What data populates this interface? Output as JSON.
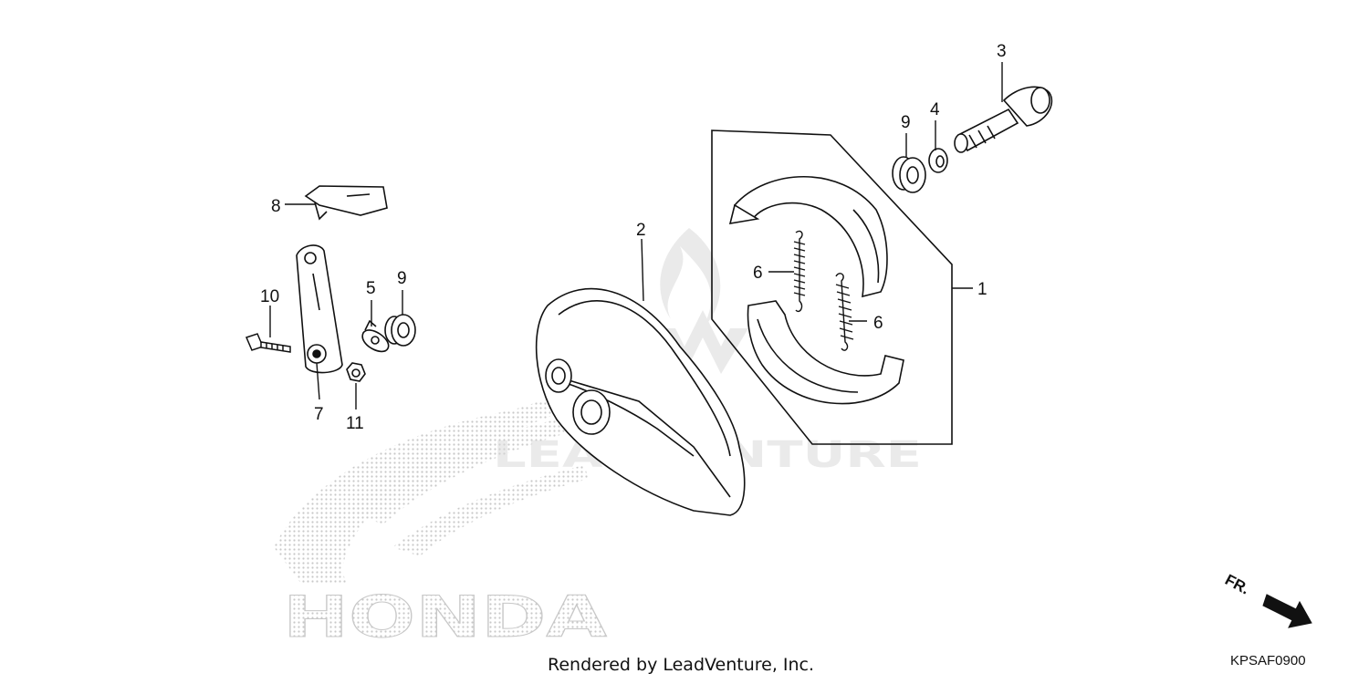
{
  "callouts": {
    "c1": "1",
    "c2": "2",
    "c3": "3",
    "c4": "4",
    "c5": "5",
    "c6a": "6",
    "c6b": "6",
    "c7": "7",
    "c8": "8",
    "c9a": "9",
    "c9b": "9",
    "c10": "10",
    "c11": "11"
  },
  "watermark": {
    "brand": "HONDA",
    "overlay": "LEADVENTURE"
  },
  "front_indicator": "FR.",
  "diagram_code": "KPSAF0900",
  "footer_credit": "Rendered by LeadVenture, Inc.",
  "colors": {
    "line": "#111111",
    "shade": "#e6e6e6",
    "watermark": "#d9d9d9"
  }
}
